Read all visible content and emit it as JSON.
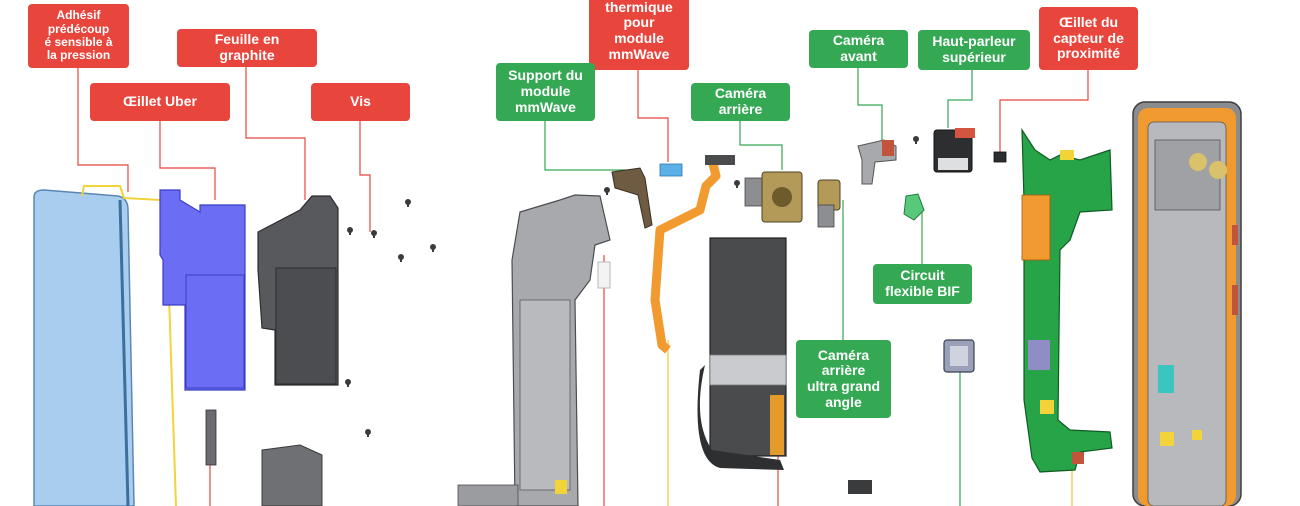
{
  "colors": {
    "red_label": "#e8453c",
    "green_label": "#34a853",
    "leader_red": "#e8453c",
    "leader_green": "#34a853",
    "leader_yellow": "#f2c531",
    "leader_orange": "#f29b2b",
    "part_gray": "#8a8c90",
    "part_dark": "#4b4d50",
    "part_blue": "#6b6ef5",
    "part_orange": "#f09a30",
    "screen_blue": "#a9cdee",
    "pcb_green": "#27a348"
  },
  "labels": {
    "adhesive": "Adhésif\nprédécoup\né sensible à\nla pression",
    "graphite": "Feuille en\ngraphite",
    "uber": "Œillet Uber",
    "screws": "Vis",
    "thermal": "thermique\npour\nmodule\nmmWave",
    "mmwave_bracket": "Support du\nmodule\nmmWave",
    "rear_camera": "Caméra\narrière",
    "front_camera": "Caméra\navant",
    "top_speaker": "Haut-parleur\nsupérieur",
    "proximity": "Œillet du\ncapteur de\nproximité",
    "bif_flex": "Circuit\nflexible BIF",
    "ultrawide": "Caméra\narrière\nultra grand\nangle"
  }
}
